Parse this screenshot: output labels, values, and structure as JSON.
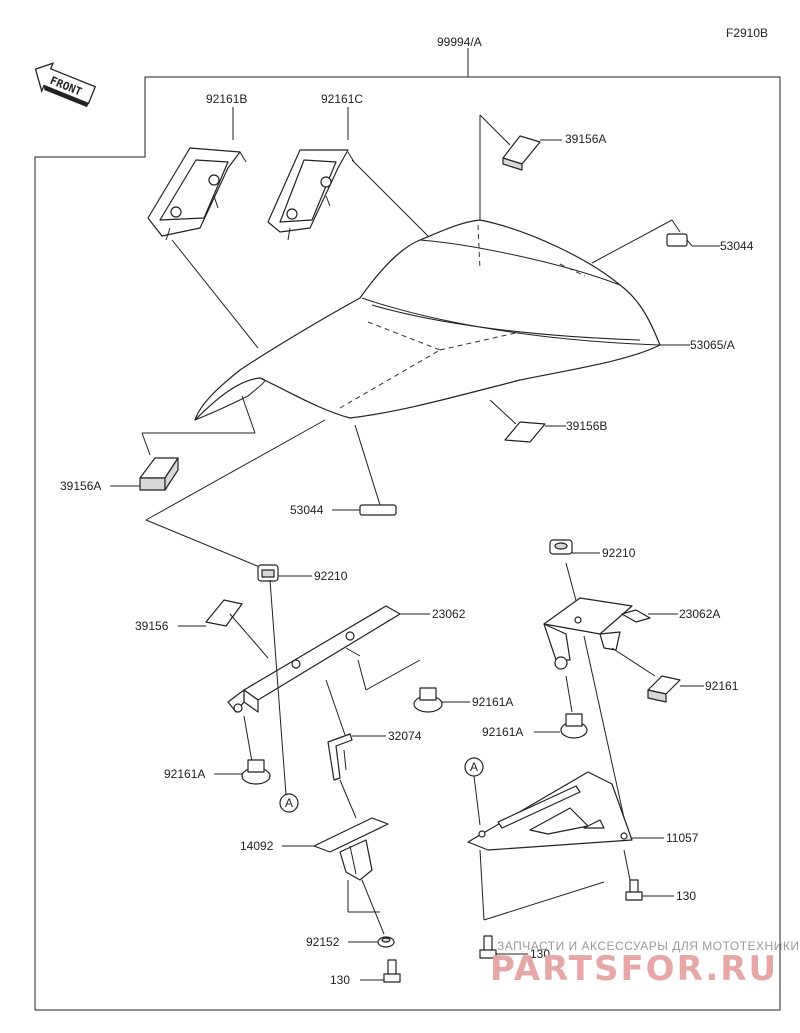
{
  "figure_code": "F2910B",
  "direction_label": "FRONT",
  "callouts": {
    "assembly": "99994/A",
    "cap_left": "92161B",
    "cap_right": "92161C",
    "pad_top": "39156A",
    "pad_left": "39156A",
    "pad_lower": "39156B",
    "clip_top": "53044",
    "clip_bottom": "53044",
    "cover": "53065/A",
    "nut_left": "92210",
    "nut_right": "92210",
    "pad_bracket": "39156",
    "bracket_left": "23062",
    "bracket_right": "23062A",
    "damper_right": "92161",
    "damper_left_1": "92161A",
    "damper_right_1": "92161A",
    "damper_left_2": "92161A",
    "stay": "32074",
    "plate": "11057",
    "ref_left": "A",
    "ref_right": "A",
    "latch": "14092",
    "collar": "92152",
    "bolt_right": "130",
    "bolt_center": "130",
    "bolt_bottom": "130"
  },
  "watermark": {
    "line1": "ЗАПЧАСТИ И АКСЕССУАРЫ ДЛЯ МОТОТЕХНИКИ",
    "line2": "PARTSFOR.RU"
  }
}
